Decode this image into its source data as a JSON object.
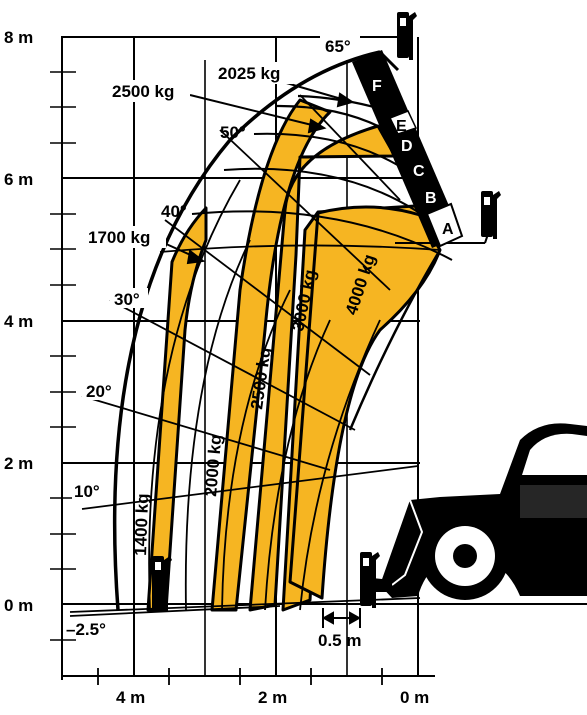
{
  "axis": {
    "y_ticks": [
      "0 m",
      "2 m",
      "4 m",
      "6 m",
      "8 m"
    ],
    "x_ticks": [
      "4 m",
      "2 m",
      "0 m"
    ]
  },
  "angles": [
    "65°",
    "50°",
    "40°",
    "30°",
    "20°",
    "10°",
    "–2.5°"
  ],
  "capacity_labels": {
    "top_2025": "2025 kg",
    "top_2500": "2500 kg",
    "top_1700": "1700 kg",
    "band_1400": "1400 kg",
    "band_2000": "2000 kg",
    "band_2500": "2500 kg",
    "band_3000": "3000 kg",
    "band_4000": "4000 kg"
  },
  "boom_sections": [
    "A",
    "B",
    "C",
    "D",
    "E",
    "F"
  ],
  "offset_label": "0.5 m",
  "colors": {
    "load_zone_fill": "#f6b522",
    "outline": "#000000",
    "section_label_bg": "#000000"
  },
  "icons": [
    "fork-carriage-icon",
    "telehandler-machine-icon"
  ]
}
